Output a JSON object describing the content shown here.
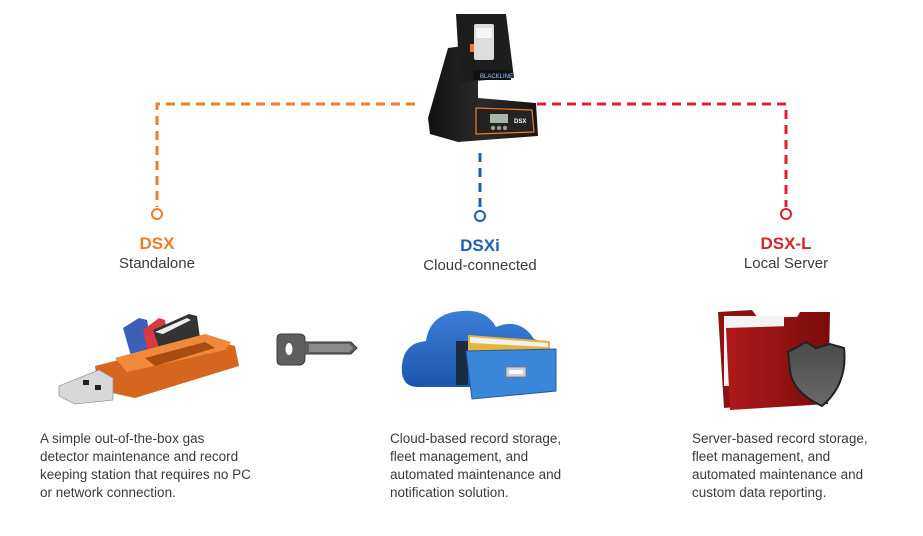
{
  "colors": {
    "dsx": "#f07b2a",
    "dsxi": "#1e5fb3",
    "dsxl": "#d9232e",
    "text": "#3a3a3a"
  },
  "center_device": {
    "icon": "docking-station-icon",
    "brand_label": "BLACKLINE",
    "screen_label": "DSX"
  },
  "products": [
    {
      "name": "DSX",
      "subtitle": "Standalone",
      "icon": "usb-drive-with-folders-icon",
      "description": [
        "A simple out-of-the-box gas",
        "detector maintenance and record",
        "keeping station that requires no PC",
        "or network connection."
      ]
    },
    {
      "name": "DSXi",
      "subtitle": "Cloud-connected",
      "icon": "cloud-file-cabinet-icon",
      "description": [
        "Cloud-based record storage,",
        "fleet management, and",
        "automated maintenance and",
        "notification solution."
      ]
    },
    {
      "name": "DSX-L",
      "subtitle": "Local Server",
      "icon": "folder-shield-icon",
      "description": [
        "Server-based record storage,",
        "fleet management, and",
        "automated maintenance and",
        "custom data reporting."
      ]
    }
  ],
  "upgrade_key": {
    "icon": "key-icon"
  }
}
